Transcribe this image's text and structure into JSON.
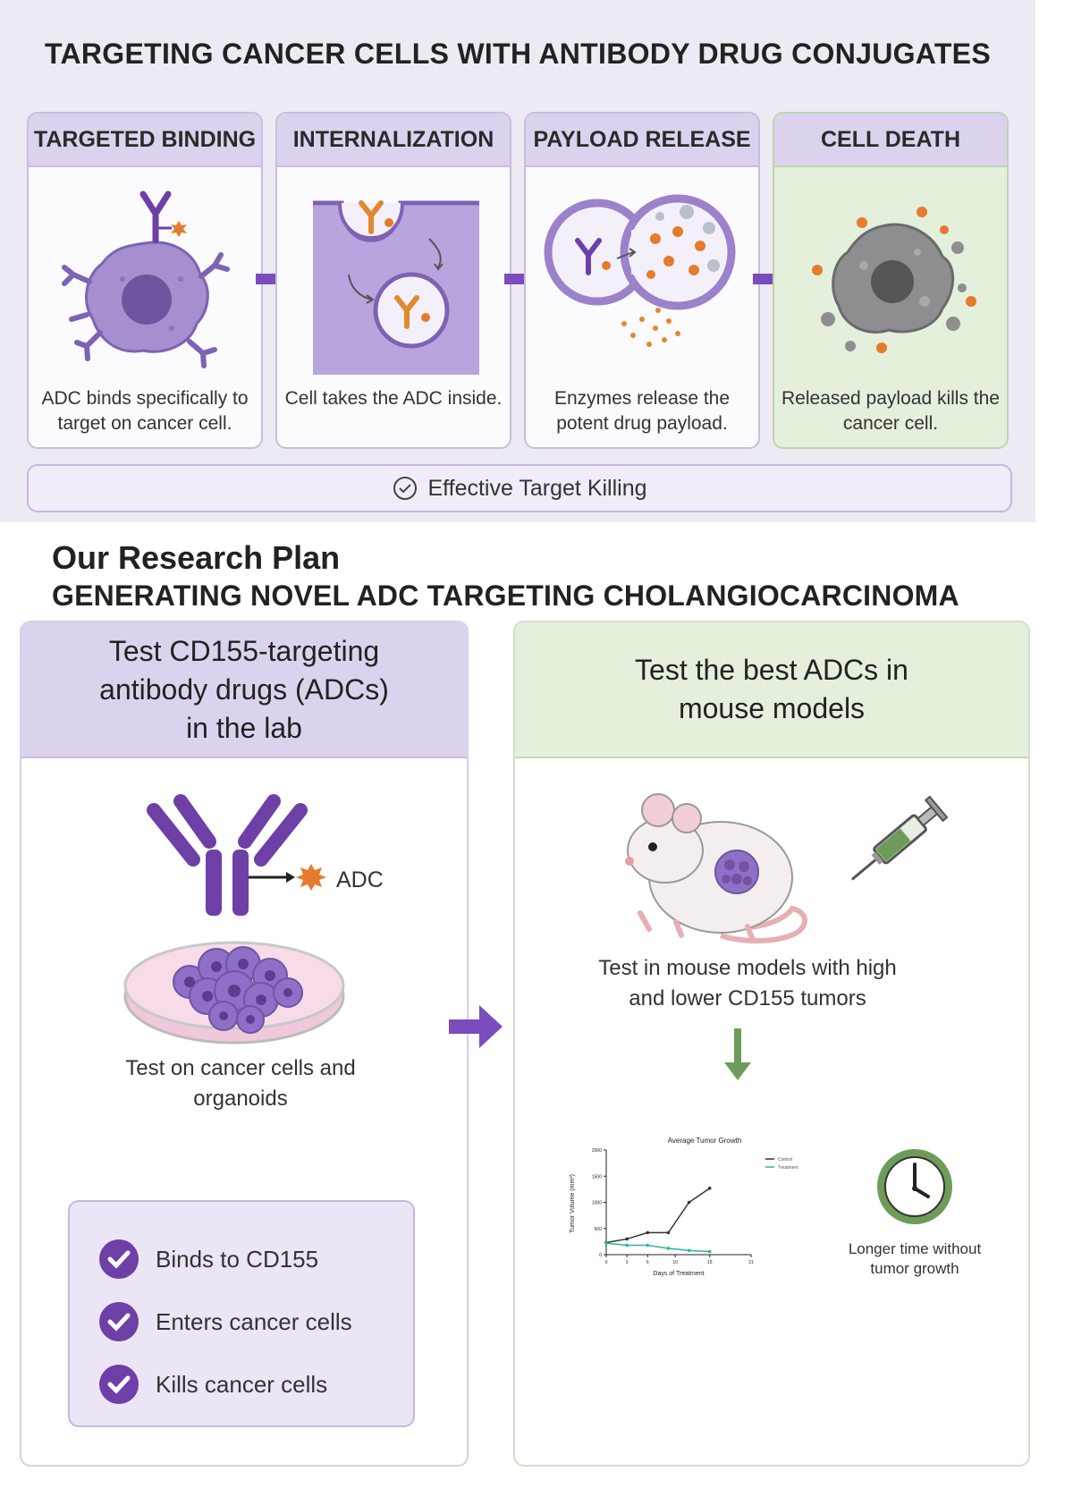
{
  "title": "TARGETING CANCER CELLS WITH ANTIBODY DRUG CONJUGATES",
  "steps": [
    {
      "heading": "TARGETED BINDING",
      "caption": "ADC binds specifically to target on cancer cell."
    },
    {
      "heading": "INTERNALIZATION",
      "caption": "Cell takes the ADC inside."
    },
    {
      "heading": "PAYLOAD RELEASE",
      "caption": "Enzymes release the potent drug payload."
    },
    {
      "heading": "CELL DEATH",
      "caption": "Released payload kills the cancer cell."
    }
  ],
  "summary": "Effective Target Killing",
  "plan": {
    "title": "Our Research Plan",
    "subtitle": "GENERATING NOVEL ADC TARGETING CHOLANGIOCARCINOMA",
    "left": {
      "heading": "Test CD155-targeting antibody drugs (ADCs) in the lab",
      "adc_label": "ADC",
      "dish_caption": "Test on cancer cells and organoids",
      "checks": [
        "Binds to CD155",
        "Enters cancer cells",
        "Kills cancer cells"
      ]
    },
    "right": {
      "heading": "Test the best ADCs in mouse models",
      "mouse_caption": "Test in mouse models with high and lower CD155 tumors",
      "clock_caption": "Longer time without tumor growth"
    }
  },
  "colors": {
    "purple": "#6f3fa8",
    "light_purple": "#ddd2ee",
    "green": "#6e9b5a",
    "light_green": "#e4efdc",
    "orange": "#e57b2c"
  },
  "chart_data": {
    "type": "line",
    "title": "Average Tumor Growth",
    "xlabel": "Days of Treatment",
    "ylabel": "Tumor Volume (mm³)",
    "xlim": [
      0,
      21
    ],
    "ylim": [
      0,
      2000
    ],
    "x_ticks": [
      0,
      3,
      6,
      10,
      15,
      21
    ],
    "y_ticks": [
      0,
      500,
      1000,
      1500,
      2000
    ],
    "legend_position": "top-right",
    "series": [
      {
        "name": "Control",
        "color": "#333333",
        "x": [
          0,
          3,
          6,
          9,
          12,
          15
        ],
        "y": [
          230,
          300,
          420,
          420,
          1000,
          1270
        ]
      },
      {
        "name": "Treatment",
        "color": "#2bb5a0",
        "x": [
          0,
          3,
          6,
          9,
          12,
          15
        ],
        "y": [
          220,
          180,
          180,
          120,
          80,
          60
        ]
      }
    ]
  }
}
